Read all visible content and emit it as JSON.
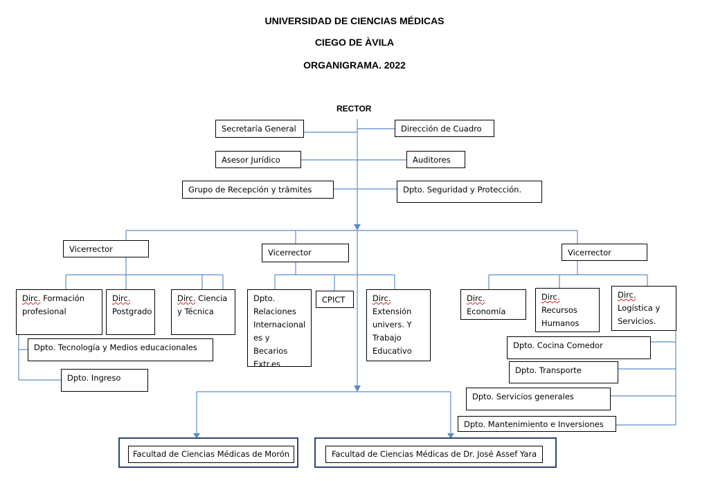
{
  "header": {
    "line1": "UNIVERSIDAD DE  CIENCIAS MÉDICAS",
    "line2": "CIEGO DE ÀVILA",
    "line3": "ORGANIGRAMA.  2022"
  },
  "rector": "RECTOR",
  "staff": {
    "secretaria": "Secretaría General",
    "direccion_cuadro": "Dirección de Cuadro",
    "asesor": "Asesor Jurídico",
    "auditores": "Auditores",
    "recepcion": "Grupo de Recepción y trámites",
    "seguridad": "Dpto. Seguridad y Protección."
  },
  "vicerrector_label": "Vicerrector",
  "dirc_prefix": "Dirc.",
  "units": {
    "formacion": " Formación profesional",
    "postgrado": "Postgrado",
    "ciencia": " Ciencia y Técnica",
    "tecnologia": "Dpto. Tecnología y Medios educacionales",
    "ingreso": "Dpto. Ingreso",
    "relaciones": "Dpto. Relaciones Internacional es y Becarios Extr.es",
    "cpict": "CPICT",
    "extension": "Extensión univers. Y Trabajo Educativo",
    "economia": "Economía",
    "recursos": "Recursos Humanos",
    "logistica": "Logística y Servicios.",
    "cocina": "Dpto. Cocina Comedor",
    "transporte": "Dpto. Transporte",
    "servicios": "Dpto. Servicios generales",
    "mantenimiento": "Dpto. Mantenimiento e Inversiones"
  },
  "faculties": {
    "moron": "Facultad de Ciencias Médicas de Morón",
    "assef": "Facultad de Ciencias Médicas de Dr. José Assef Yara"
  }
}
